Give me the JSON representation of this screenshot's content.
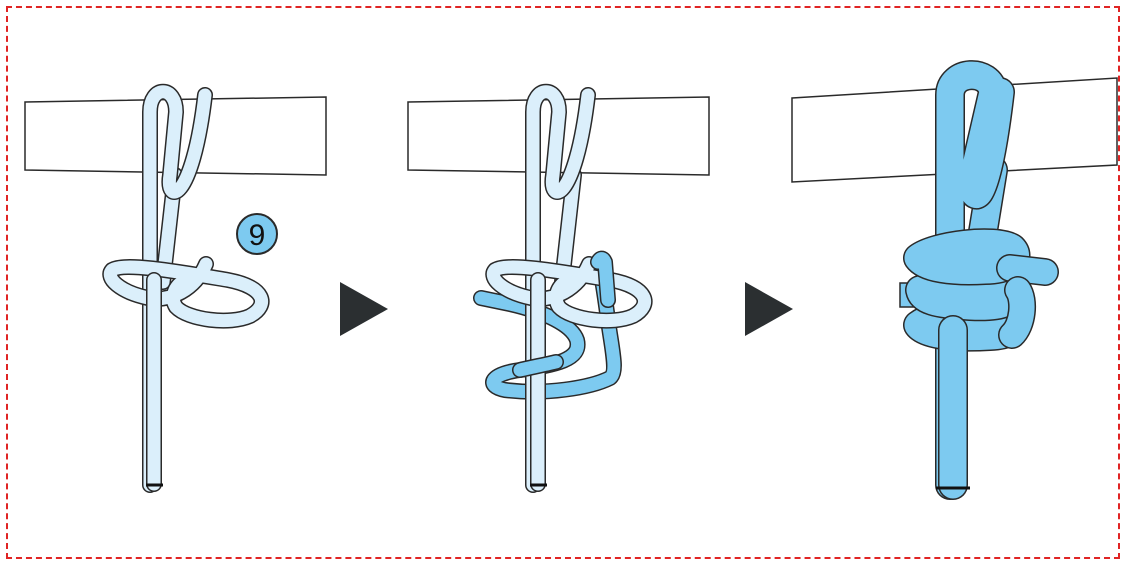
{
  "figure": {
    "step_label": "9",
    "frame_color": "#e02424",
    "rope_light_color": "#dbeffb",
    "rope_dark_color": "#7dcaf0",
    "outline_color": "#2a2a2a",
    "arrow_color": "#2b2f31",
    "panels": [
      {
        "name": "step-start",
        "arrow_after": true
      },
      {
        "name": "step-working-end-wrap",
        "arrow_after": true
      },
      {
        "name": "step-finished-knot",
        "arrow_after": false
      }
    ]
  }
}
